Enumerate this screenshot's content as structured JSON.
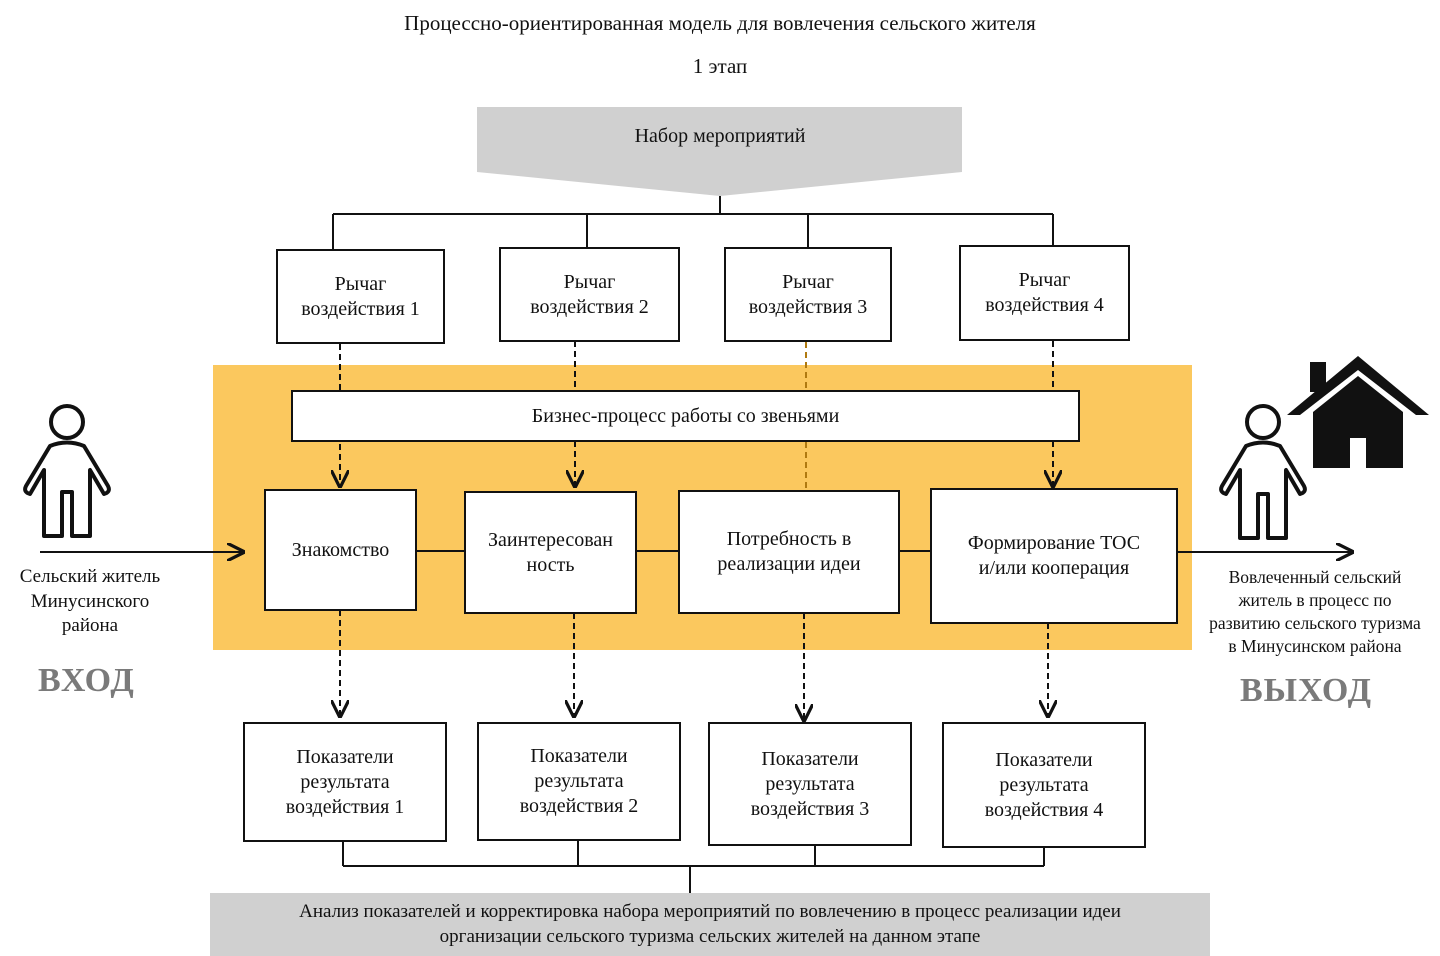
{
  "title": "Процессно-ориентированная модель для вовлечения сельского жителя",
  "stage": "1 этап",
  "events_set": "Набор мероприятий",
  "levers": [
    {
      "line1": "Рычаг",
      "line2": "воздействия 1"
    },
    {
      "line1": "Рычаг",
      "line2": "воздействия 2"
    },
    {
      "line1": "Рычаг",
      "line2": "воздействия 3"
    },
    {
      "line1": "Рычаг",
      "line2": "воздействия 4"
    }
  ],
  "business_process": "Бизнес-процесс работы со звеньями",
  "stages": [
    {
      "line1": "Знакомство",
      "line2": ""
    },
    {
      "line1": "Заинтересован",
      "line2": "ность"
    },
    {
      "line1": "Потребность в",
      "line2": "реализации идеи"
    },
    {
      "line1": "Формирование ТОС",
      "line2": "и/или кооперация"
    }
  ],
  "indicators": [
    {
      "line1": "Показатели",
      "line2": "результата",
      "line3": "воздействия 1"
    },
    {
      "line1": "Показатели",
      "line2": "результата",
      "line3": "воздействия 2"
    },
    {
      "line1": "Показатели",
      "line2": "результата",
      "line3": "воздействия 3"
    },
    {
      "line1": "Показатели",
      "line2": "результата",
      "line3": "воздействия 4"
    }
  ],
  "input": {
    "caption_line1": "Сельский житель",
    "caption_line2": "Минусинского",
    "caption_line3": "района",
    "label": "ВХОД",
    "icon": "person-icon"
  },
  "output": {
    "caption_line1": "Вовлеченный сельский",
    "caption_line2": "житель в процесс по",
    "caption_line3": "развитию сельского туризма",
    "caption_line4": "в Минусинском района",
    "label": "ВЫХОД",
    "icons": [
      "person-icon",
      "house-icon"
    ]
  },
  "analysis": {
    "line1": "Анализ показателей и корректировка набора мероприятий по вовлечению в процесс реализации идеи",
    "line2": "организации сельского туризма сельских жителей на данном этапе"
  },
  "colors": {
    "process_area": "#fbc85e",
    "header_band": "#d0d0d0",
    "footer_band": "#d0d0d0",
    "io_label": "#7a7a7a"
  }
}
